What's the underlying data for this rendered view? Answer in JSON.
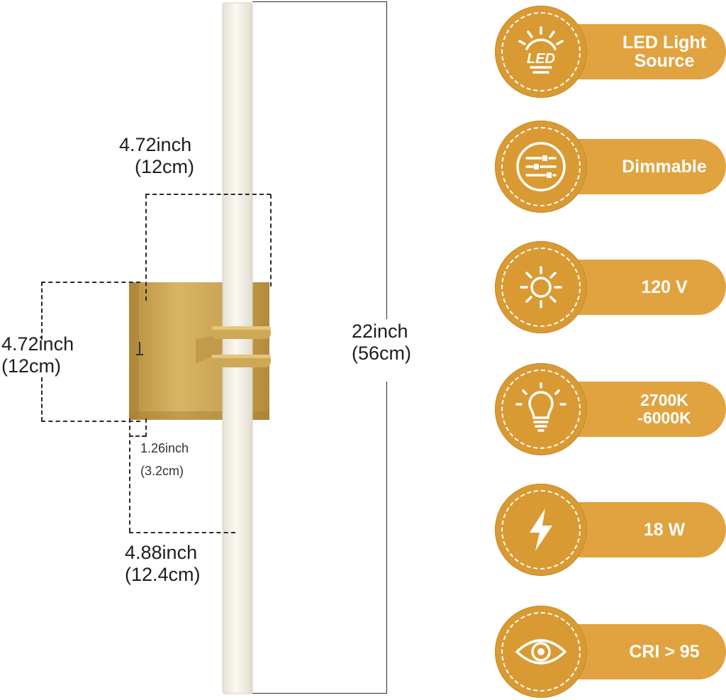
{
  "dimensions": {
    "width_top": {
      "inch": "4.72inch",
      "cm": "(12cm)"
    },
    "height_left": {
      "inch": "4.72inch",
      "cm": "(12cm)"
    },
    "total_height": {
      "inch": "22inch",
      "cm": "(56cm)"
    },
    "depth": {
      "inch": "1.26inch",
      "cm": "(3.2cm)"
    },
    "extension": {
      "inch": "4.88inch",
      "cm": "(12.4cm)"
    }
  },
  "features": [
    {
      "label": "LED Light Source",
      "icon": "led-icon",
      "badge_text": "LED"
    },
    {
      "label": "Dimmable",
      "icon": "sliders-icon"
    },
    {
      "label": "120 V",
      "icon": "sun-icon"
    },
    {
      "label": "2700K -6000K",
      "icon": "bulb-icon"
    },
    {
      "label": "18 W",
      "icon": "lightning-icon"
    },
    {
      "label": "CRI > 95",
      "icon": "eye-icon"
    }
  ],
  "colors": {
    "accent": "#e1a33f",
    "badge": "#d99a33",
    "brass": "#c89f4e",
    "tube": "#f2ede4"
  }
}
